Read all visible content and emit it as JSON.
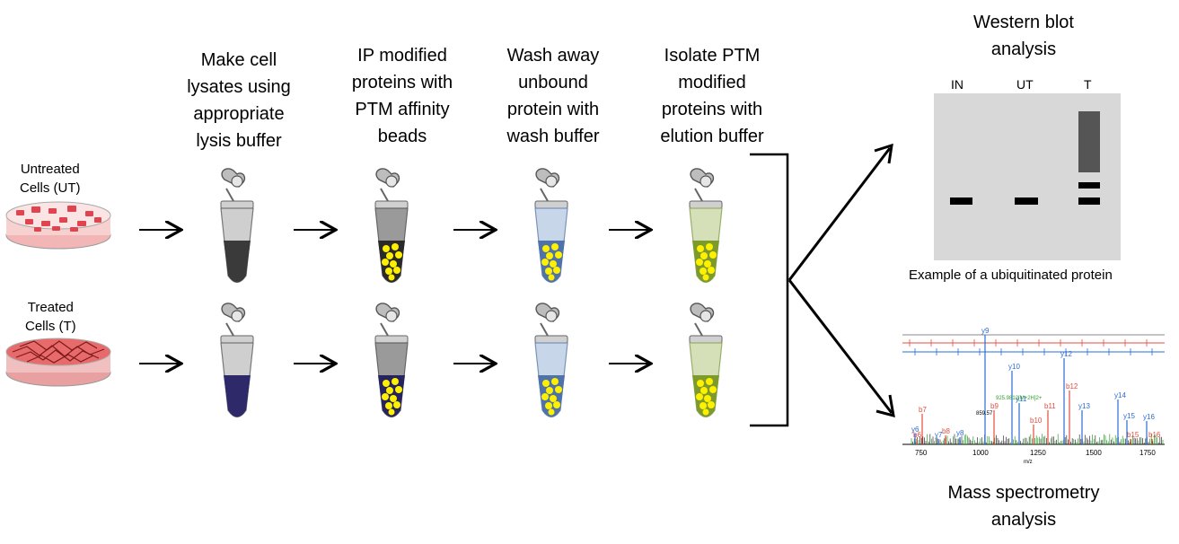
{
  "samples": {
    "untreated": {
      "line1": "Untreated",
      "line2": "Cells  (UT)"
    },
    "treated": {
      "line1": "Treated",
      "line2": "Cells  (T)"
    }
  },
  "steps": [
    {
      "lines": [
        "Make cell",
        "lysates using",
        "appropriate",
        "lysis buffer"
      ]
    },
    {
      "lines": [
        "IP modified",
        "proteins with",
        "PTM affinity",
        "beads"
      ]
    },
    {
      "lines": [
        "Wash away",
        "unbound",
        "protein with",
        "wash buffer"
      ]
    },
    {
      "lines": [
        "Isolate PTM",
        "modified",
        "proteins with",
        "elution buffer"
      ]
    }
  ],
  "western": {
    "title_line1": "Western blot",
    "title_line2": "analysis",
    "lanes": [
      "IN",
      "UT",
      "T"
    ],
    "caption": "Example of a ubiquitinated protein"
  },
  "mass_spec": {
    "title_line1": "Mass spectrometry",
    "title_line2": "analysis",
    "x_ticks": [
      "750",
      "1000",
      "1250",
      "1500",
      "1750"
    ],
    "x_label": "m/z",
    "peaks_blue": [
      "y9",
      "y10",
      "y12",
      "y14",
      "y11",
      "y13",
      "y15",
      "y16",
      "y6",
      "y7",
      "y8"
    ],
    "peaks_red": [
      "b12",
      "b11",
      "b9",
      "b7",
      "b8",
      "b10",
      "b6",
      "b15",
      "b16"
    ],
    "annotation_green": "925.9812[M+2H]2+",
    "annotation_black": "859.57"
  },
  "colors": {
    "lysis_untreated": "#3a3a3a",
    "lysis_treated": "#2e2a6a",
    "tube_gray": "#9a9a9a",
    "tube_blue": "#9fb6d6",
    "tube_green": "#b9c98e",
    "bead": "#ffef00",
    "blot_bg": "#d8d8d8"
  }
}
